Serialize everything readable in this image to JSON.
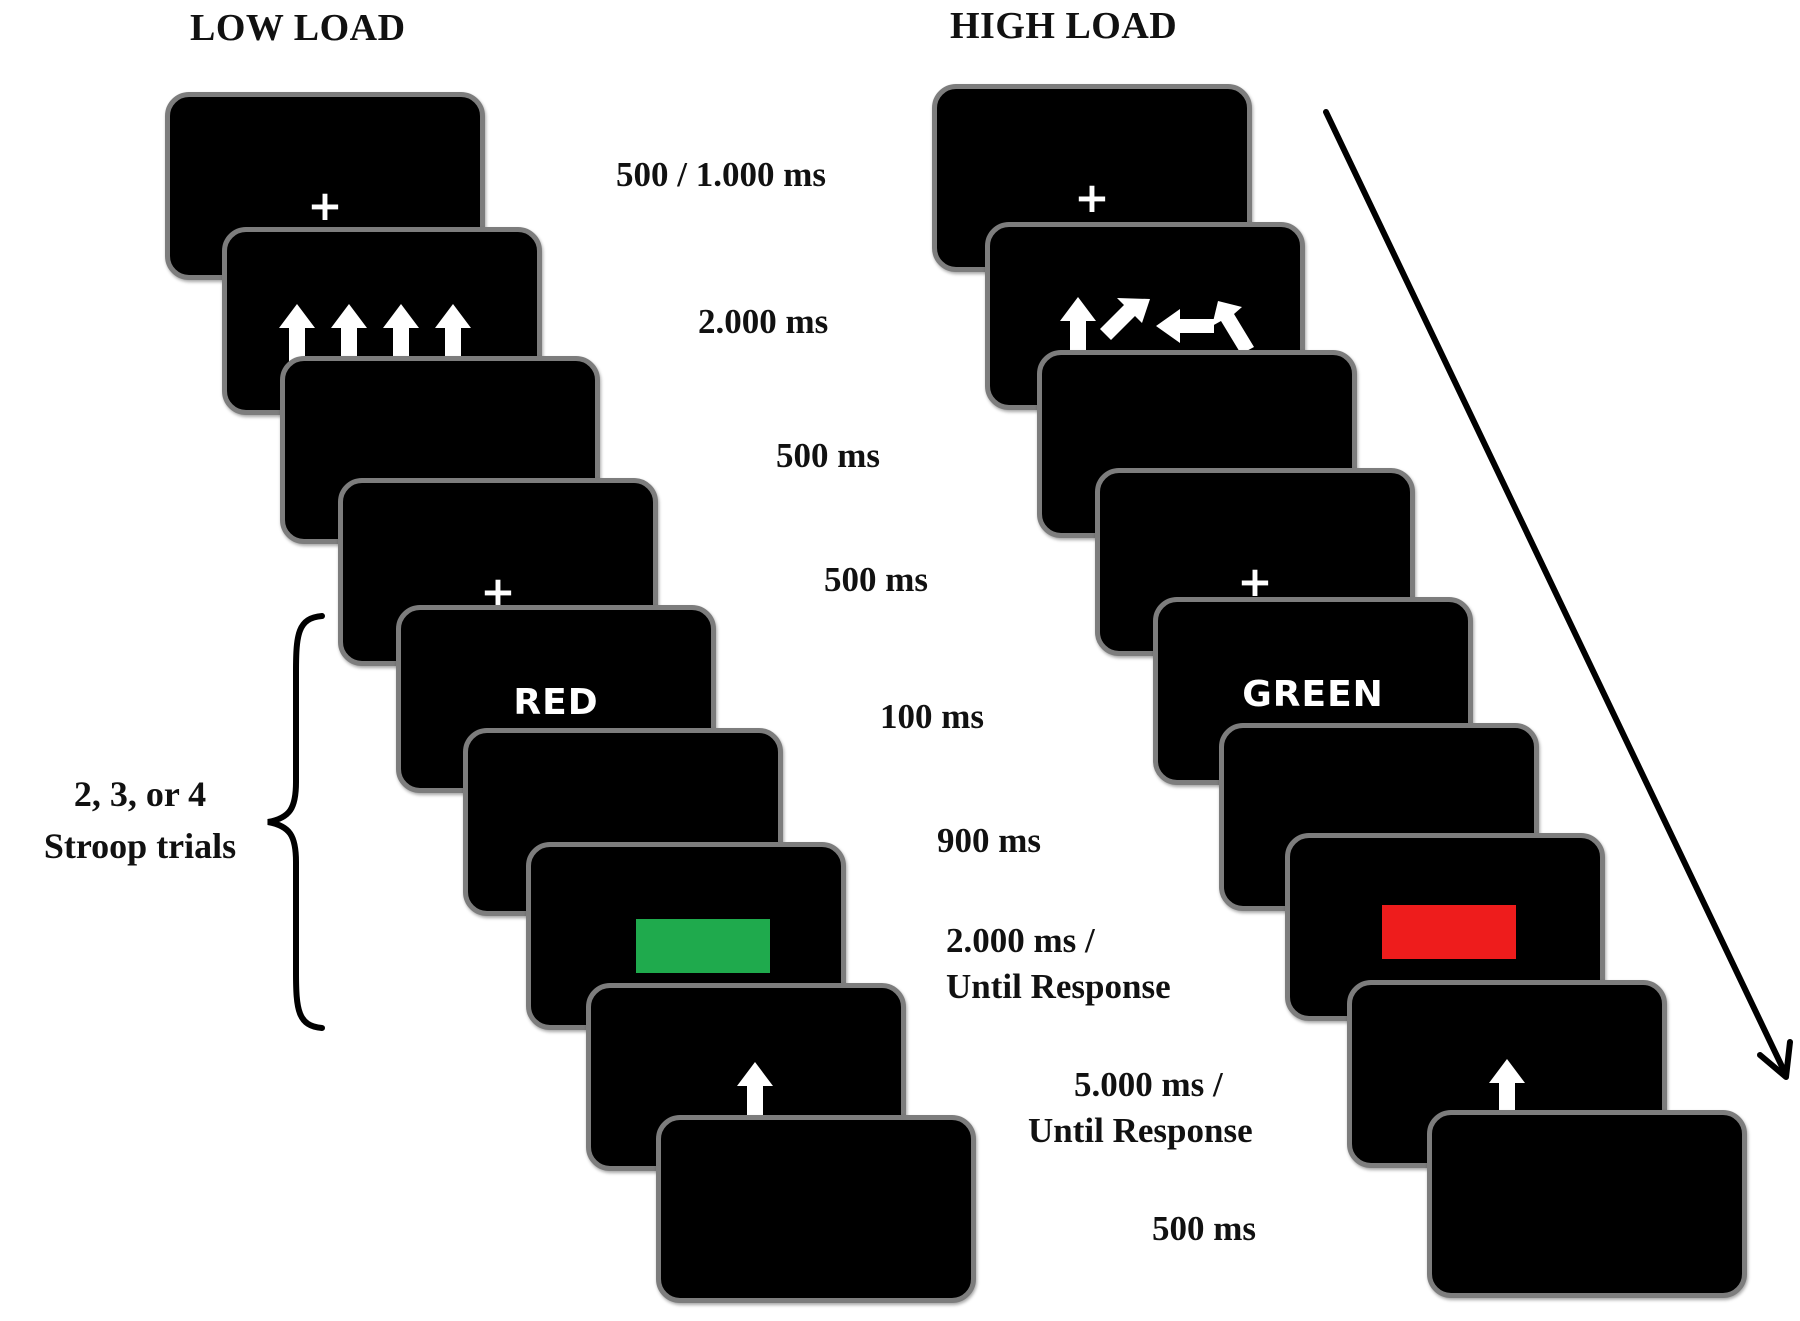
{
  "titles": {
    "low_load": "LOW LOAD",
    "high_load": "HIGH LOAD"
  },
  "fixation_symbol": "+",
  "low_screens": [
    {
      "id": 1,
      "content": "fixation"
    },
    {
      "id": 2,
      "content": "arrows-up-4"
    },
    {
      "id": 3,
      "content": "blank"
    },
    {
      "id": 4,
      "content": "fixation"
    },
    {
      "id": 5,
      "content": "word",
      "text": "RED"
    },
    {
      "id": 6,
      "content": "blank"
    },
    {
      "id": 7,
      "content": "color-rect",
      "color": "#1faa4d"
    },
    {
      "id": 8,
      "content": "arrow-up"
    },
    {
      "id": 9,
      "content": "blank"
    }
  ],
  "high_screens": [
    {
      "id": 1,
      "content": "fixation"
    },
    {
      "id": 2,
      "content": "arrows-mixed-4"
    },
    {
      "id": 3,
      "content": "blank"
    },
    {
      "id": 4,
      "content": "fixation"
    },
    {
      "id": 5,
      "content": "word",
      "text": "GREEN"
    },
    {
      "id": 6,
      "content": "blank"
    },
    {
      "id": 7,
      "content": "color-rect",
      "color": "#ee1c1c"
    },
    {
      "id": 8,
      "content": "arrow-up"
    },
    {
      "id": 9,
      "content": "blank"
    }
  ],
  "timings": [
    {
      "line1": "500 / 1.000 ms"
    },
    {
      "line1": "2.000 ms"
    },
    {
      "line1": "500 ms"
    },
    {
      "line1": "500 ms"
    },
    {
      "line1": "100 ms"
    },
    {
      "line1": "900 ms"
    },
    {
      "line1": "2.000 ms /",
      "line2": "Until Response"
    },
    {
      "line1": "5.000 ms /",
      "line2": "Until Response"
    },
    {
      "line1": "500 ms"
    }
  ],
  "stroop_label": {
    "line1": "2, 3, or 4",
    "line2": "Stroop trials"
  },
  "icons": {
    "time_arrow": "diagonal-arrow-icon",
    "brace": "curly-brace-icon",
    "arrow": "arrow-up-icon"
  },
  "colors": {
    "screen_bg": "#000000",
    "screen_border": "#7d7d7d",
    "text": "#111111"
  }
}
